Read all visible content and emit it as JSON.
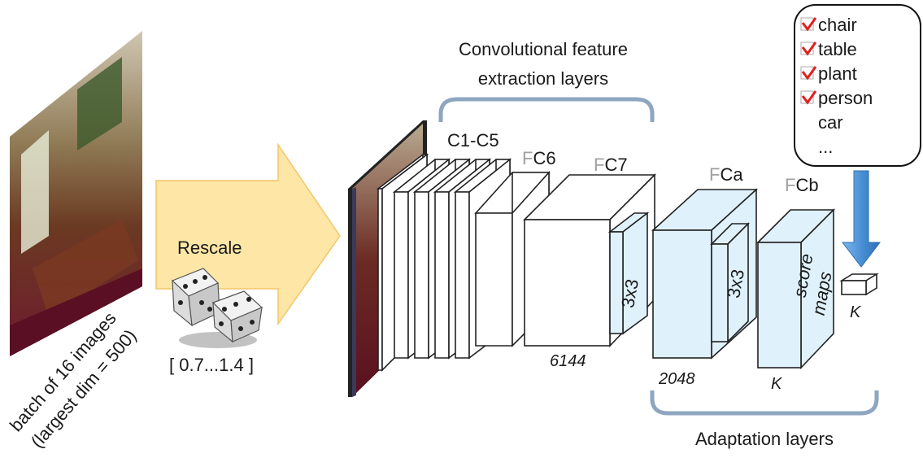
{
  "input": {
    "caption_line1": "batch of 16 images",
    "caption_line2": "(largest dim = 500)"
  },
  "rescale": {
    "label": "Rescale",
    "range": "[ 0.7...1.4 ]"
  },
  "conv_group": {
    "title_line1": "Convolutional feature",
    "title_line2": "extraction layers",
    "c_label": "C1-C5"
  },
  "fc6": {
    "prefix": "F",
    "suffix": "C6"
  },
  "fc7": {
    "prefix": "F",
    "suffix": "C7",
    "kernel": "3x3",
    "width": "6144"
  },
  "fca": {
    "prefix": "F",
    "suffix": "Ca",
    "kernel": "3x3",
    "width": "2048"
  },
  "fcb": {
    "prefix": "F",
    "suffix": "Cb",
    "inner_line1": "score",
    "inner_line2": "maps",
    "width": "K"
  },
  "output": {
    "width": "K"
  },
  "adapt_group": {
    "title": "Adaptation layers"
  },
  "classes": {
    "items": [
      {
        "label": "chair",
        "checked": true
      },
      {
        "label": "table",
        "checked": true
      },
      {
        "label": "plant",
        "checked": true
      },
      {
        "label": "person",
        "checked": true
      },
      {
        "label": "car",
        "checked": false
      },
      {
        "label": "...",
        "checked": false
      }
    ]
  },
  "colors": {
    "arrow_fill": "#fde6a6",
    "arrow_stroke": "#f4c66a",
    "bracket": "#8ea6c0",
    "layer_blue": "#dff1fb",
    "down_arrow": "#4a90d6",
    "check": "#e0201c",
    "prefix_gray": "#a0a0a0"
  }
}
